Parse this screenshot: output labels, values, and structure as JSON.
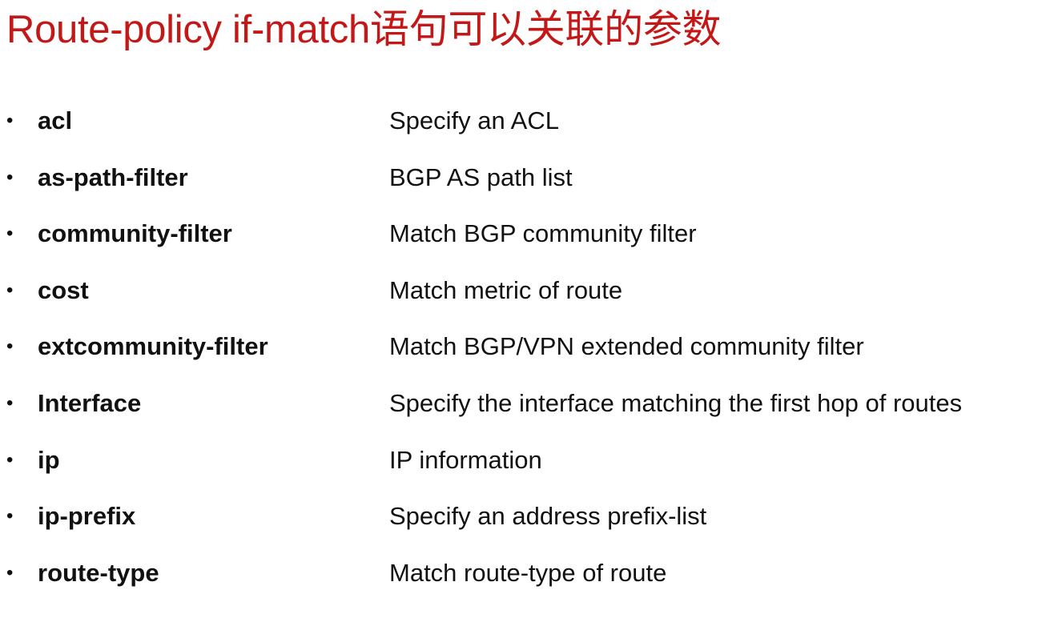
{
  "title": "Route-policy if-match语句可以关联的参数",
  "bullet_glyph": "•",
  "params": [
    {
      "name": "acl",
      "description": "Specify an ACL"
    },
    {
      "name": "as-path-filter",
      "description": "BGP AS path list"
    },
    {
      "name": "community-filter",
      "description": "Match BGP community filter"
    },
    {
      "name": "cost",
      "description": "Match metric of route"
    },
    {
      "name": "extcommunity-filter",
      "description": "Match BGP/VPN extended community filter"
    },
    {
      "name": "Interface",
      "description": "Specify the interface matching the first hop of routes"
    },
    {
      "name": "ip",
      "description": "IP information"
    },
    {
      "name": "ip-prefix",
      "description": "Specify an address prefix-list"
    },
    {
      "name": "route-type",
      "description": "Match route-type of route"
    }
  ],
  "colors": {
    "title": "#c41818",
    "text": "#111111",
    "background": "#ffffff"
  }
}
